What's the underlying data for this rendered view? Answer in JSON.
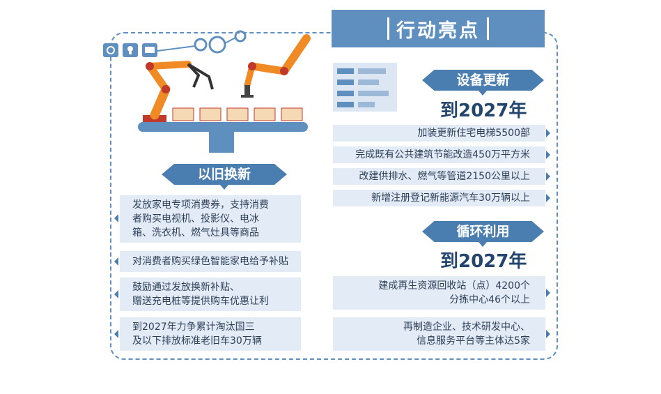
{
  "title": "行动亮点",
  "left_section": {
    "ribbon": "以旧换新",
    "items": [
      {
        "lines": [
          "发放家电专项消费券，支持消费",
          "者购买电视机、投影仪、电冰",
          "箱、洗衣机、燃气灶具等商品"
        ]
      },
      {
        "lines": [
          "对消费者购买绿色智能家电给予补贴"
        ]
      },
      {
        "lines": [
          "鼓励通过发放换新补贴、",
          "赠送充电桩等提供购车优惠让利"
        ]
      },
      {
        "lines": [
          "到2027年力争累计淘汰国三",
          "及以下排放标准老旧车30万辆"
        ]
      }
    ]
  },
  "equipment_section": {
    "ribbon": "设备更新",
    "year": "到2027年",
    "items": [
      {
        "text": "加装更新住宅电梯5500部"
      },
      {
        "text": "完成既有公共建筑节能改造450万平方米"
      },
      {
        "text": "改建供排水、燃气等管道2150公里以上"
      },
      {
        "text": "新增注册登记新能源汽车30万辆以上"
      }
    ]
  },
  "recycle_section": {
    "ribbon": "循环利用",
    "year": "到2027年",
    "items": [
      {
        "lines": [
          "建成再生资源回收站（点）4200个",
          "分拣中心46个以上"
        ]
      },
      {
        "lines": [
          "再制造企业、技术研发中心、",
          "信息服务平台等主体达5家"
        ]
      }
    ]
  },
  "colors": {
    "primary": "#5f8fbf",
    "dark": "#24456e",
    "light_bg": "#e3ecf6",
    "robot": "#f08a24"
  }
}
